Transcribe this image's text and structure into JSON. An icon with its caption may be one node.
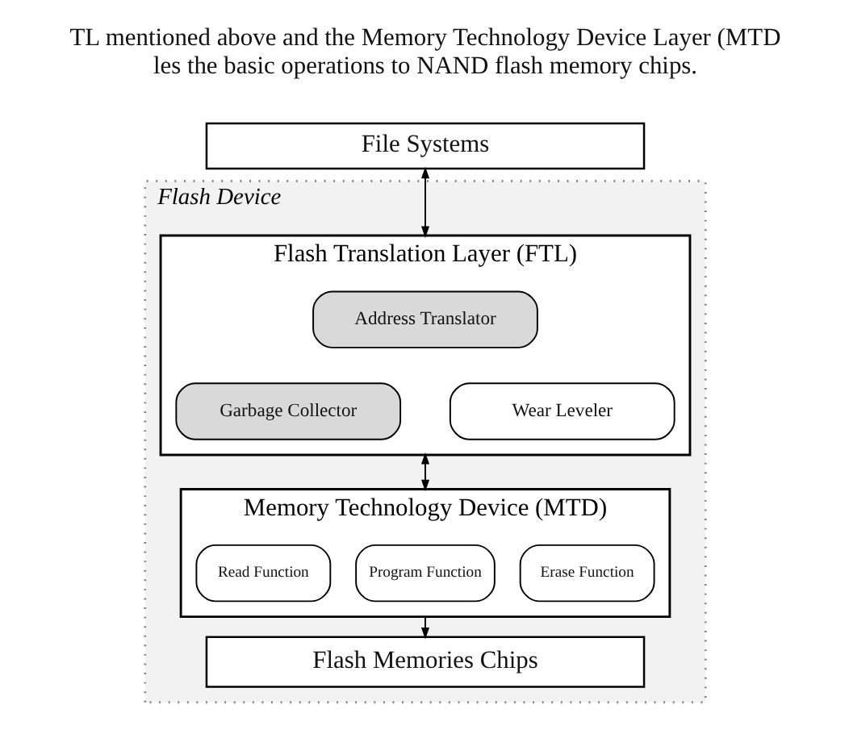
{
  "diagram": {
    "nodes": [
      {
        "text": [
          "File Systems"
        ]
      },
      {
        "text": [
          "Flash Device"
        ]
      },
      {
        "text": [
          "Flash Translation Layer (FTL)"
        ],
        "in": 1
      },
      {
        "text": [
          "Address Translator"
        ],
        "in": 2
      },
      {
        "text": [
          "Garbage Collector"
        ],
        "in": 2
      },
      {
        "text": [
          "Wear Leveler"
        ],
        "in": 2
      },
      {
        "text": [
          "Memory Technology Device (MTD)"
        ],
        "in": 1
      },
      {
        "text": [
          "Read Function"
        ],
        "in": 6
      },
      {
        "text": [
          "Program Function"
        ],
        "in": 6
      },
      {
        "text": [
          "Erase Function"
        ],
        "in": 6
      },
      {
        "text": [
          "Flash Memories Chips"
        ],
        "in": 1
      }
    ],
    "edges": [
      {
        "from": 0,
        "to": 2,
        "arrow": "both"
      },
      {
        "from": 2,
        "to": 6,
        "arrow": "both"
      },
      {
        "from": 6,
        "to": 10,
        "arrow": "to"
      }
    ],
    "labels": [
      "TL mentioned above and the Memory Technology Device Layer (MTD les the basic operations to NAND flash memory chips."
    ]
  }
}
